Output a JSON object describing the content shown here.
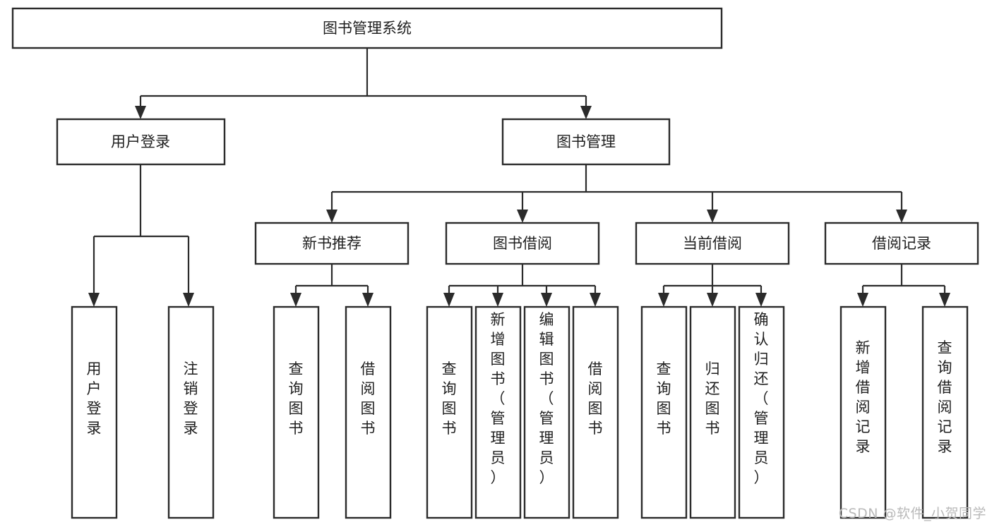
{
  "diagram": {
    "type": "tree",
    "title": "图书管理系统",
    "orientation": "top-down",
    "colors": {
      "box_stroke": "#2b2b2b",
      "box_fill": "#ffffff",
      "connector": "#2b2b2b",
      "text": "#1f1f1f",
      "background": "#ffffff",
      "watermark": "#b9b9b9"
    },
    "root": {
      "label": "图书管理系统",
      "level": 0
    },
    "level1": [
      {
        "label": "用户登录"
      },
      {
        "label": "图书管理"
      }
    ],
    "level2": [
      {
        "label": "新书推荐",
        "parent": "图书管理"
      },
      {
        "label": "图书借阅",
        "parent": "图书管理"
      },
      {
        "label": "当前借阅",
        "parent": "图书管理"
      },
      {
        "label": "借阅记录",
        "parent": "图书管理"
      }
    ],
    "leaves_user_login": [
      {
        "label": "用户登录"
      },
      {
        "label": "注销登录"
      }
    ],
    "leaves_new_book": [
      {
        "label": "查询图书"
      },
      {
        "label": "借阅图书"
      }
    ],
    "leaves_borrow": [
      {
        "label": "查询图书"
      },
      {
        "label": "新增图书（管理员）"
      },
      {
        "label": "编辑图书（管理员）"
      },
      {
        "label": "借阅图书"
      }
    ],
    "leaves_current": [
      {
        "label": "查询图书"
      },
      {
        "label": "归还图书"
      },
      {
        "label": "确认归还（管理员）"
      }
    ],
    "leaves_records": [
      {
        "label": "新增借阅记录"
      },
      {
        "label": "查询借阅记录"
      }
    ]
  },
  "watermark": {
    "text": "CSDN @软件_小贺同学"
  }
}
